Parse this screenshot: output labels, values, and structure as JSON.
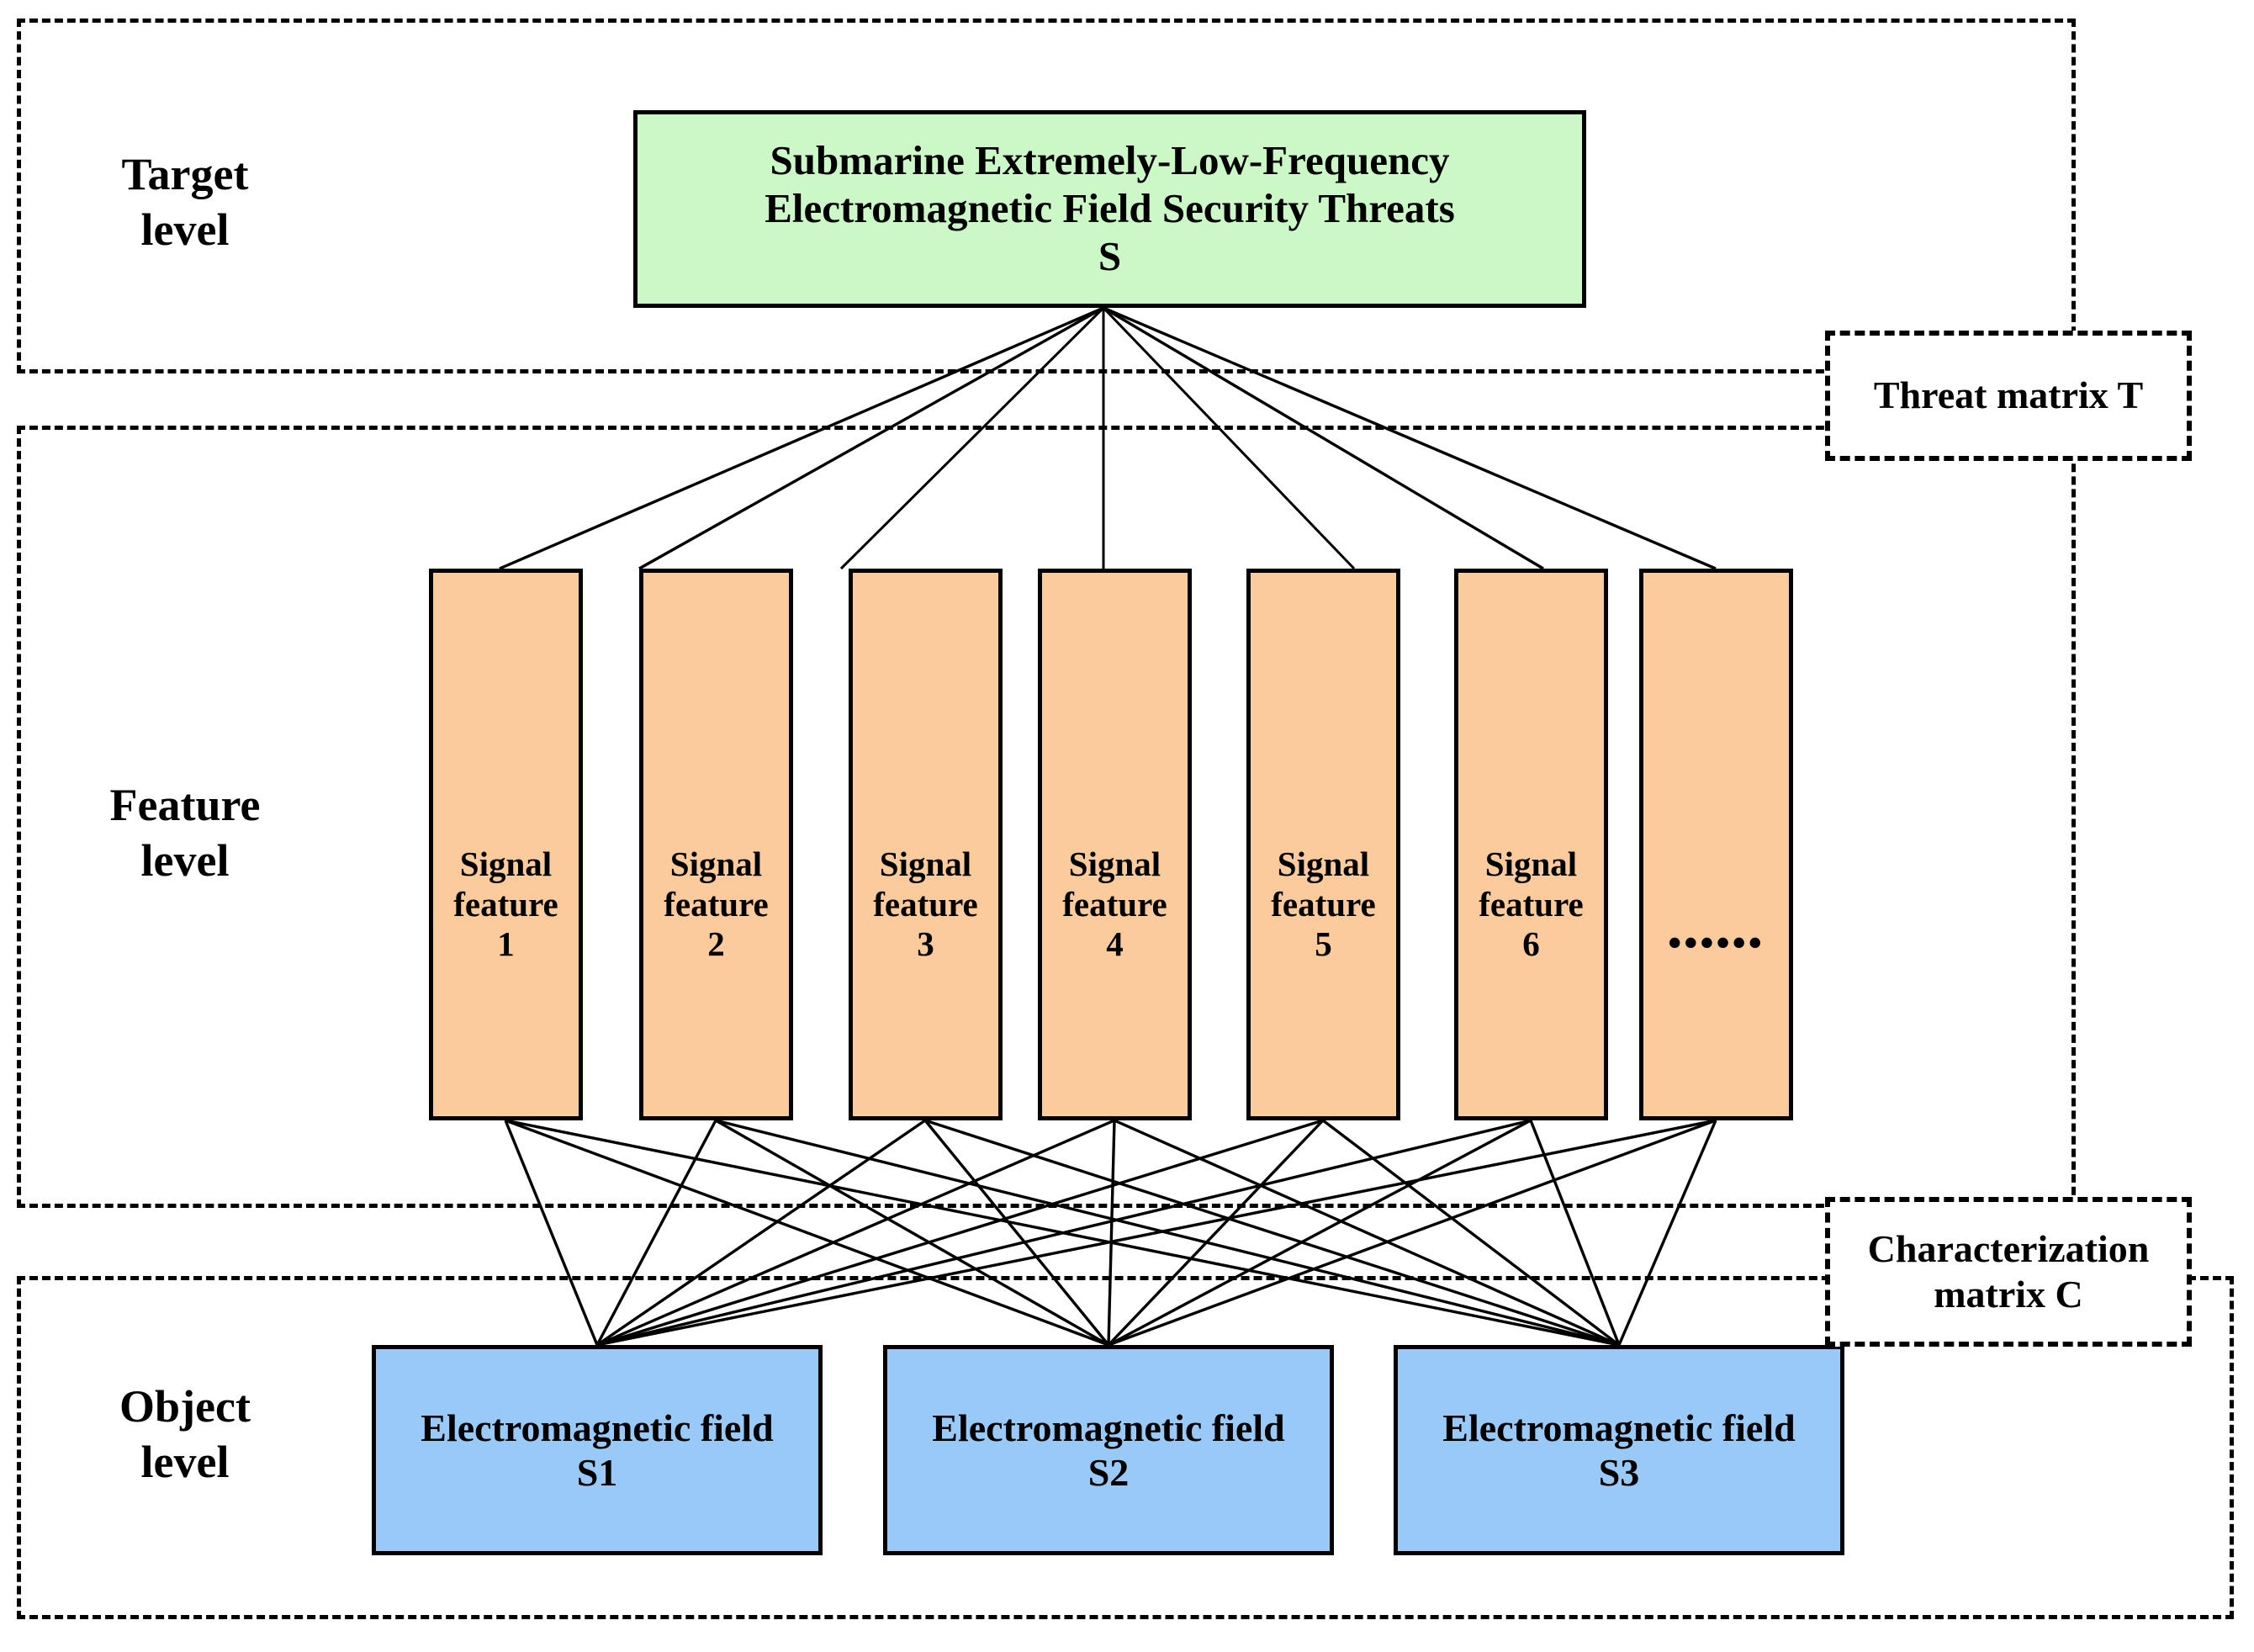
{
  "diagram": {
    "title_node": {
      "text": "Submarine Extremely-Low-Frequency\nElectromagnetic Field Security Threats\nS",
      "fill": "#ccf7c6"
    },
    "levels": [
      {
        "id": "target",
        "label": "Target\nlevel"
      },
      {
        "id": "feature",
        "label": "Feature\nlevel"
      },
      {
        "id": "object",
        "label": "Object\nlevel"
      }
    ],
    "matrices": [
      {
        "id": "threat",
        "label": "Threat matrix T"
      },
      {
        "id": "characterization",
        "label": "Characterization\nmatrix C"
      }
    ],
    "feature_nodes": [
      {
        "text": "Signal\nfeature\n1"
      },
      {
        "text": "Signal\nfeature\n2"
      },
      {
        "text": "Signal\nfeature\n3"
      },
      {
        "text": "Signal\nfeature\n4"
      },
      {
        "text": "Signal\nfeature\n5"
      },
      {
        "text": "Signal\nfeature\n6"
      },
      {
        "text": "••••••"
      }
    ],
    "feature_fill": "#fbcb9b",
    "object_nodes": [
      {
        "text": "Electromagnetic field\nS1"
      },
      {
        "text": "Electromagnetic field\nS2"
      },
      {
        "text": "Electromagnetic field\nS3"
      }
    ],
    "object_fill": "#98c9f7",
    "colors": {
      "target_green": "#ccf7c6",
      "feature_orange": "#fbcb9b",
      "object_blue": "#98c9f7",
      "stroke": "#000000",
      "background": "#ffffff"
    }
  }
}
